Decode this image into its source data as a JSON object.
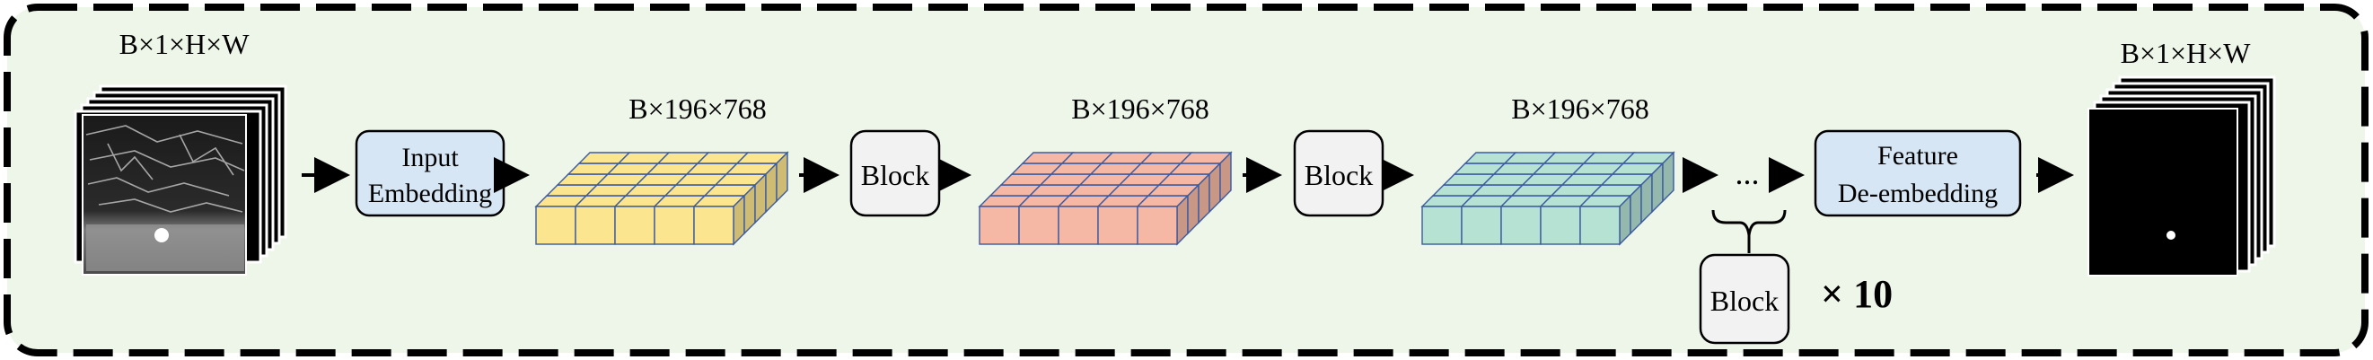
{
  "colors": {
    "frame_fill": "#eef6ea",
    "frame_stroke": "#000000",
    "box_blue": "#d6e6f4",
    "box_gray": "#f2f2f2",
    "tensor_yellow": "#fbe58f",
    "tensor_red": "#f5b8a4",
    "tensor_green": "#b5e2d2",
    "tensor_edge": "#3b5aa0"
  },
  "input": {
    "shape_label": "B×1×H×W"
  },
  "embedding": {
    "line1": "Input",
    "line2": "Embedding"
  },
  "tensors": [
    {
      "shape_label": "B×196×768",
      "color": "tensor_yellow"
    },
    {
      "shape_label": "B×196×768",
      "color": "tensor_red"
    },
    {
      "shape_label": "B×196×768",
      "color": "tensor_green"
    }
  ],
  "blocks": [
    "Block",
    "Block"
  ],
  "ellipsis": "...",
  "repeat": {
    "block_label": "Block",
    "times_label": "× 10"
  },
  "deembedding": {
    "line1": "Feature",
    "line2": "De-embedding"
  },
  "output": {
    "shape_label": "B×1×H×W"
  }
}
